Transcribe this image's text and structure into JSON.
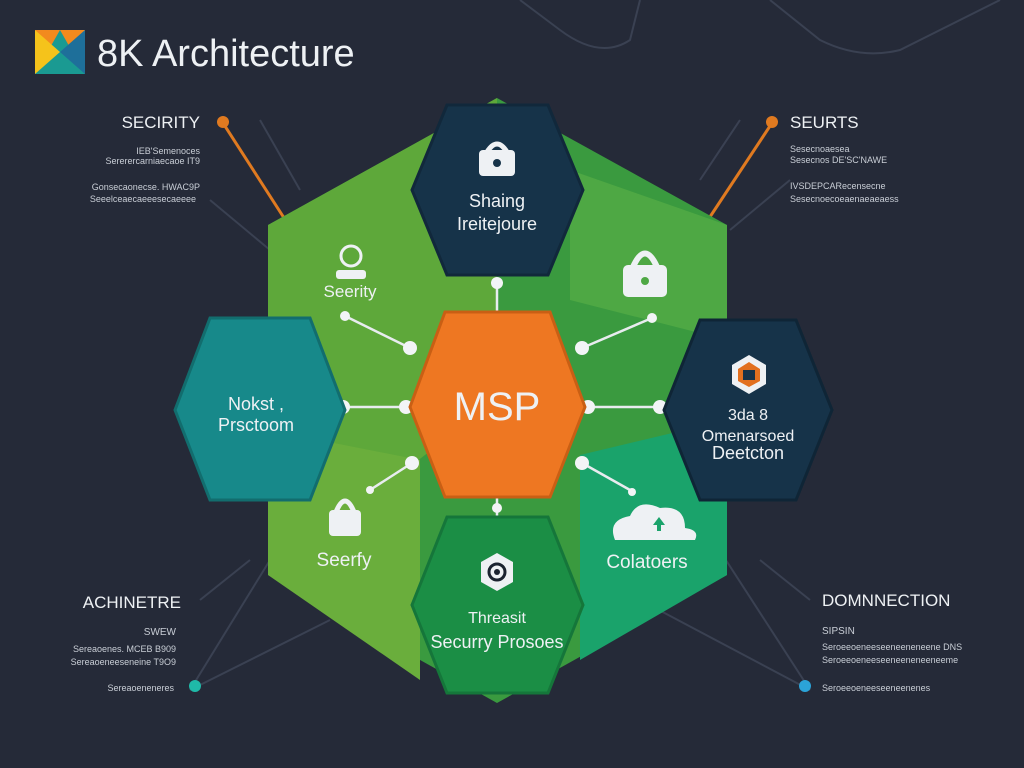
{
  "title": "8K Architecture",
  "center": {
    "label": "MSP"
  },
  "hexes": {
    "top": {
      "line1": "Shaing",
      "line2": "Ireitejoure"
    },
    "upper_left": {
      "label": "Seerity"
    },
    "left": {
      "line1": "Nokst ,",
      "line2": "Prsctoom"
    },
    "right": {
      "line1": "3da 8",
      "line2": "Omenarsoed",
      "line3": "Deetcton"
    },
    "lower_left": {
      "label": "Seerfy"
    },
    "lower_right": {
      "label": "Colatoers"
    },
    "bottom": {
      "line1": "Threasit",
      "line2": "Securry Prosoes"
    }
  },
  "callouts": {
    "top_left": {
      "heading": "SECIRITY",
      "lines": [
        "IEB'Semenoces",
        "Sererercarniaecaoe IT9",
        "Gonsecaonecse. HWAC9P",
        "Seeelceaecaeeesecaeeee"
      ]
    },
    "top_right": {
      "heading": "SEURTS",
      "lines": [
        "Sesecnoaesea",
        "Sesecnos DE'SC'NAWE",
        "IVSDEPCARecensecne",
        "Sesecnoecoeaenaeaeaess"
      ]
    },
    "bottom_left": {
      "heading": "ACHINETRE",
      "lines": [
        "SWEW",
        "Sereaoenes. MCEB B909",
        "Sereaoeneeseneine T9O9",
        "Sereaoeneneres"
      ]
    },
    "bottom_right": {
      "heading": "DOMNNECTION",
      "lines": [
        "SIPSIN",
        "Seroeeoeneeseeneeneneene DNS",
        "Seroeeoeneeseeneeneneeneeme",
        "Seroeeoeneeseeneenenes"
      ]
    }
  },
  "colors": {
    "background": "#252a38",
    "center": "#ee7722",
    "teal": "#17898a",
    "navy": "#163349",
    "green": "#3e9e3e",
    "light_green": "#6aad3c",
    "emerald": "#15a060",
    "accent_line": "#e07a20"
  },
  "icons": [
    "layers-logo-icon",
    "lock-icon",
    "person-icon",
    "padlock-icon",
    "hex-badge-icon",
    "cloud-icon",
    "gear-badge-icon"
  ]
}
